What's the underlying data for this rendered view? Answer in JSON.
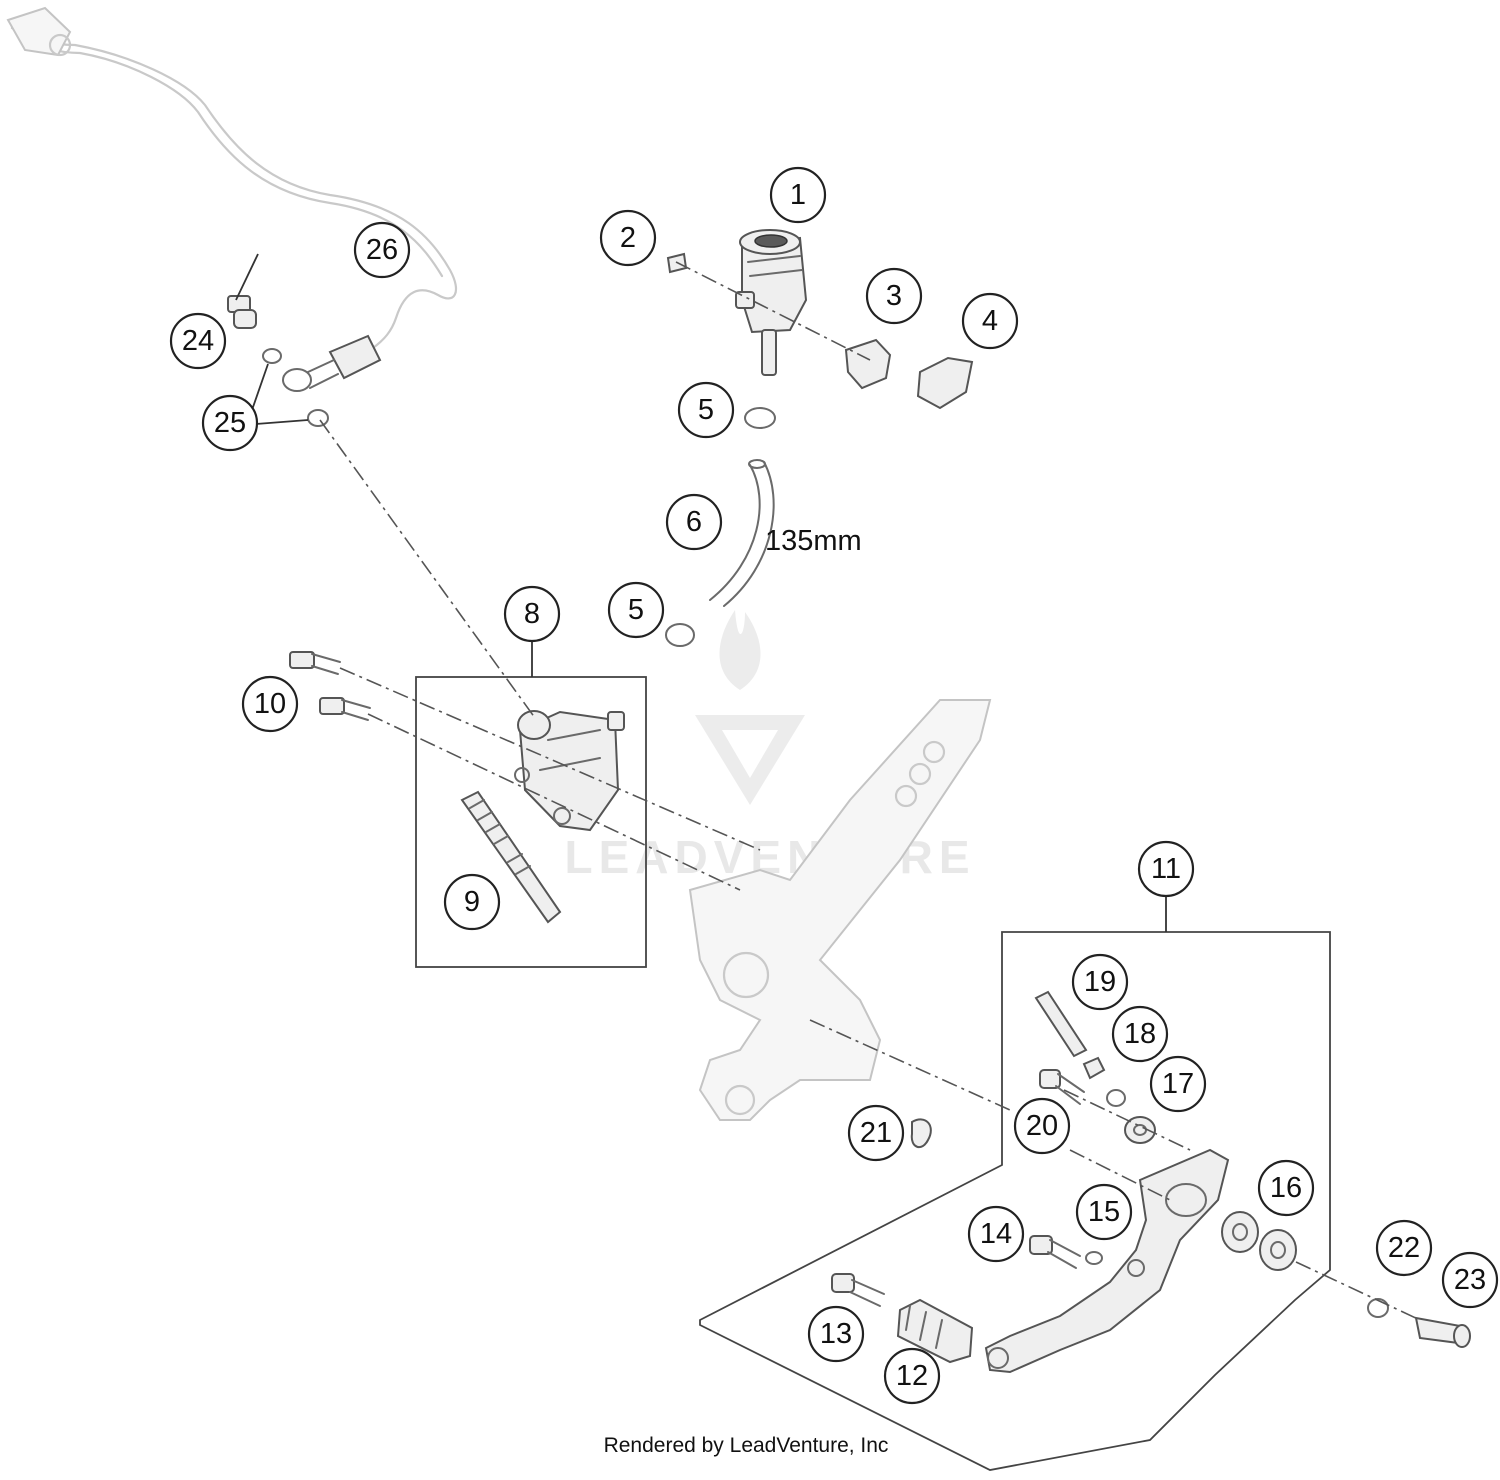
{
  "diagram": {
    "callouts": [
      "1",
      "2",
      "3",
      "4",
      "5",
      "6",
      "5",
      "8",
      "9",
      "10",
      "11",
      "12",
      "13",
      "14",
      "15",
      "16",
      "17",
      "18",
      "19",
      "20",
      "21",
      "22",
      "23",
      "24",
      "25",
      "26"
    ],
    "dimension_label": "135mm",
    "watermark_text": "LEADVENTURE",
    "credit": "Rendered by LeadVenture, Inc"
  }
}
